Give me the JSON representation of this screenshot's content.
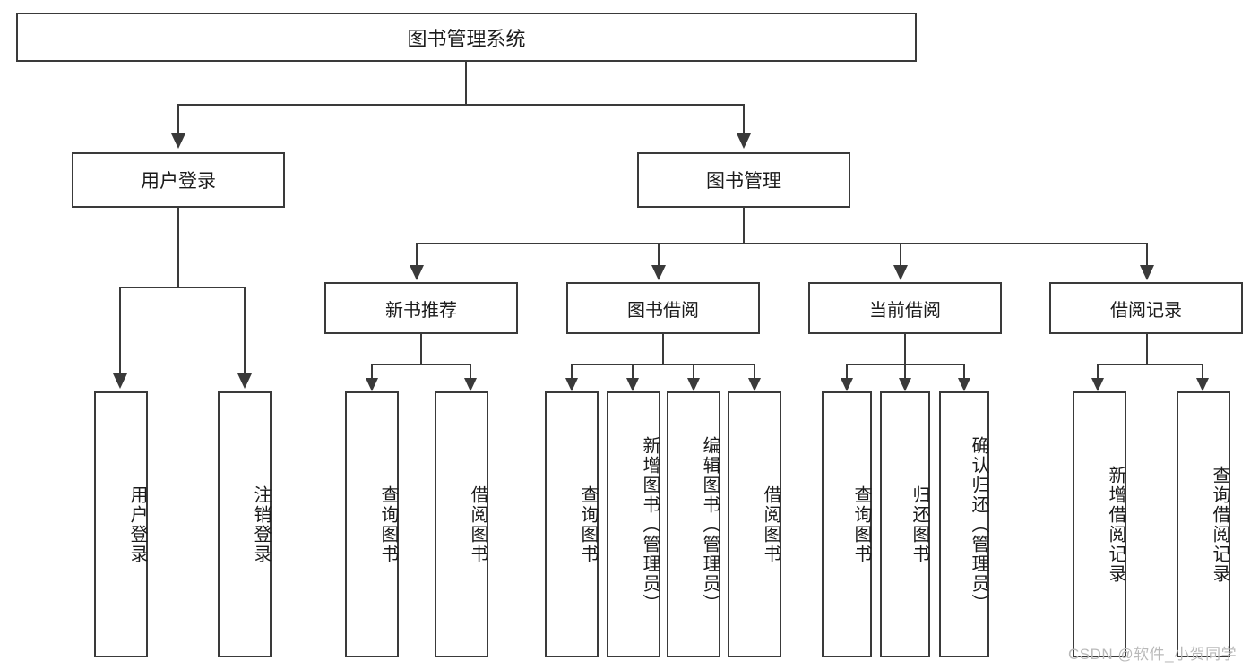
{
  "diagram": {
    "title": "图书管理系统",
    "watermark": "CSDN @软件_小贺同学",
    "root": {
      "label": "图书管理系统"
    },
    "level2": [
      {
        "label": "用户登录"
      },
      {
        "label": "图书管理"
      }
    ],
    "level3": [
      {
        "label": "新书推荐"
      },
      {
        "label": "图书借阅"
      },
      {
        "label": "当前借阅"
      },
      {
        "label": "借阅记录"
      }
    ],
    "leaves": {
      "user_login": [
        {
          "label": "用户登录"
        },
        {
          "label": "注销登录"
        }
      ],
      "new_book_recommend": [
        {
          "label": "查询图书"
        },
        {
          "label": "借阅图书"
        }
      ],
      "book_borrow": [
        {
          "label": "查询图书"
        },
        {
          "label": "新增图书（管理员）"
        },
        {
          "label": "编辑图书（管理员）"
        },
        {
          "label": "借阅图书"
        }
      ],
      "current_borrow": [
        {
          "label": "查询图书"
        },
        {
          "label": "归还图书"
        },
        {
          "label": "确认归还（管理员）"
        }
      ],
      "borrow_record": [
        {
          "label": "新增借阅记录"
        },
        {
          "label": "查询借阅记录"
        }
      ]
    },
    "colors": {
      "stroke": "#3a3a3a",
      "background": "#ffffff",
      "text": "#1b1b1b",
      "watermark": "#b9b9b9"
    }
  }
}
